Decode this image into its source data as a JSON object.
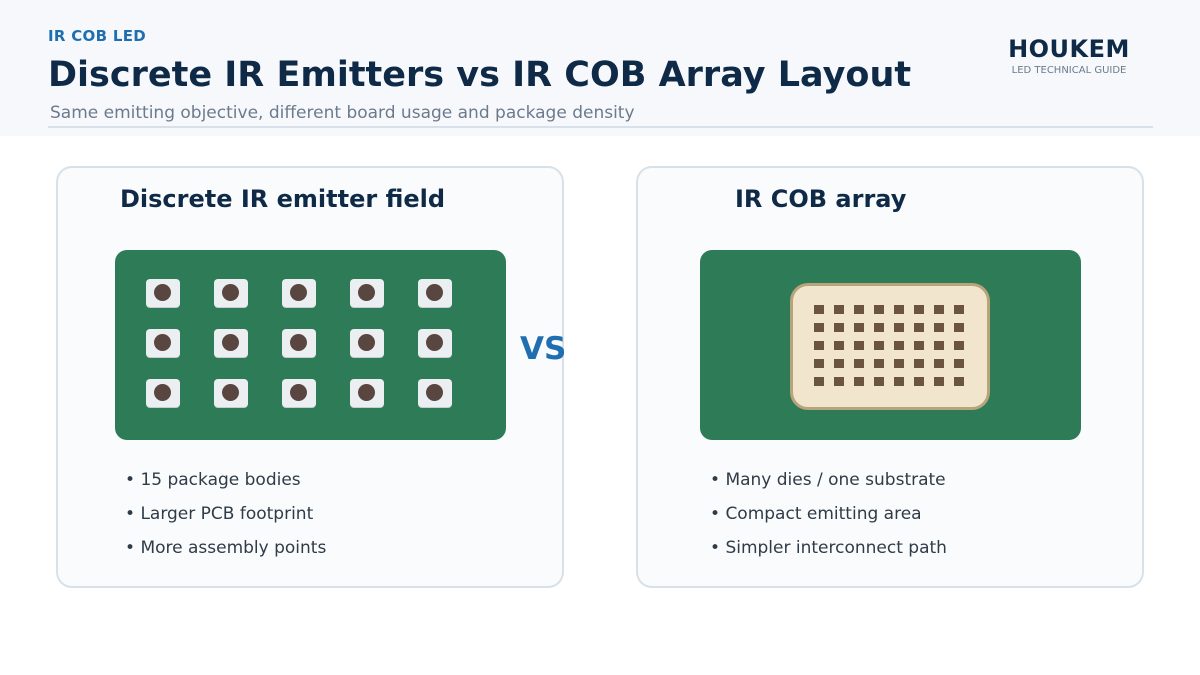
{
  "header": {
    "eyebrow": "IR COB LED",
    "title": "Discrete IR Emitters vs IR COB Array Layout",
    "subtitle": "Same emitting objective, different board usage and package density"
  },
  "brand": {
    "name": "HOUKEM",
    "tagline": "LED TECHNICAL GUIDE"
  },
  "vs_label": "VS",
  "left_panel": {
    "title": "Discrete IR emitter field",
    "emitter_grid": {
      "rows": 3,
      "cols": 5
    },
    "bullets": [
      "15 package bodies",
      "Larger PCB footprint",
      "More assembly points"
    ]
  },
  "right_panel": {
    "title": "IR COB array",
    "die_grid": {
      "rows": 5,
      "cols": 8
    },
    "bullets": [
      "Many dies / one substrate",
      "Compact emitting area",
      "Simpler interconnect path"
    ]
  },
  "colors": {
    "pcb_green": "#2e7b58",
    "accent_blue": "#1f6fb0",
    "title_navy": "#0f2a47",
    "emitter_lens": "#5a4640",
    "substrate": "#f1e6cd",
    "die": "#6b5540"
  }
}
